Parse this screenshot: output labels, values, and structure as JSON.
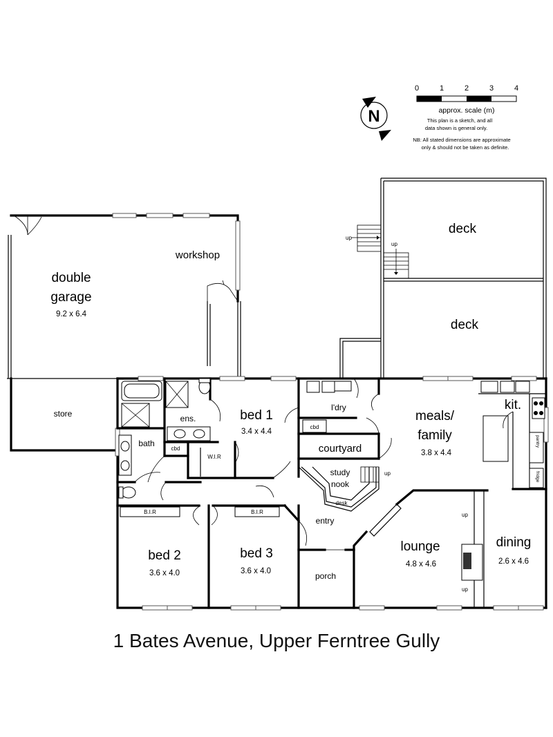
{
  "address": "1 Bates Avenue, Upper Ferntree Gully",
  "compass": {
    "north_label": "N"
  },
  "scale": {
    "ticks": [
      "0",
      "1",
      "2",
      "3",
      "4"
    ],
    "label": "approx. scale (m)",
    "note_1": "This plan is a sketch, and all",
    "note_2": "data shown is general only.",
    "note_3": "NB: All stated dimensions are approximate",
    "note_4": "only & should not be taken as definite."
  },
  "rooms": {
    "double_garage": {
      "name_1": "double",
      "name_2": "garage",
      "dims": "9.2 x 6.4"
    },
    "workshop": {
      "name": "workshop"
    },
    "store": {
      "name": "store"
    },
    "deck_upper": {
      "name": "deck"
    },
    "deck_lower": {
      "name": "deck"
    },
    "bed1": {
      "name": "bed 1",
      "dims": "3.4 x 4.4"
    },
    "ens": {
      "name": "ens."
    },
    "bath": {
      "name": "bath"
    },
    "wir": {
      "name": "W.I.R"
    },
    "cbd_ens": {
      "name": "cbd"
    },
    "laundry": {
      "name": "l'dry"
    },
    "cbd_laundry": {
      "name": "cbd"
    },
    "courtyard": {
      "name": "courtyard"
    },
    "study_nook": {
      "name_1": "study",
      "name_2": "nook",
      "desk": "desk"
    },
    "meals_family": {
      "name_1": "meals/",
      "name_2": "family",
      "dims": "3.8 x 4.4"
    },
    "kitchen": {
      "name": "kit."
    },
    "entry": {
      "name": "entry"
    },
    "lounge": {
      "name": "lounge",
      "dims": "4.8 x 4.6"
    },
    "dining": {
      "name": "dining",
      "dims": "2.6 x 4.6"
    },
    "bed2": {
      "name": "bed 2",
      "dims": "3.6 x 4.0",
      "robe": "B.I.R"
    },
    "bed3": {
      "name": "bed 3",
      "dims": "3.6 x 4.0",
      "robe": "B.I.R"
    },
    "porch": {
      "name": "porch"
    }
  },
  "annotations": {
    "up": "up",
    "fridge": "fridge",
    "pantry": "pantry"
  }
}
